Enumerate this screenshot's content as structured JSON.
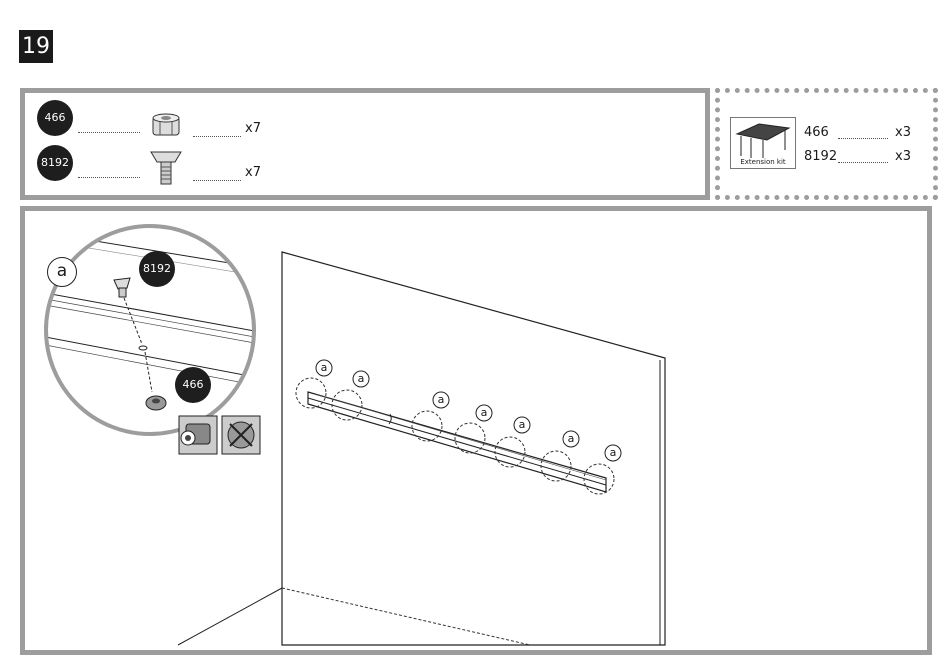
{
  "step": "19",
  "parts": [
    {
      "id": "466",
      "qty": "x7",
      "icon": "nut-icon"
    },
    {
      "id": "8192",
      "qty": "x7",
      "icon": "bolt-icon"
    }
  ],
  "extension_kit": {
    "caption": "Extension kit",
    "items": [
      {
        "id": "466",
        "qty": "x3"
      },
      {
        "id": "8192",
        "qty": "x3"
      }
    ]
  },
  "detail": {
    "label": "a",
    "badge_bolt": "8192",
    "badge_nut": "466"
  },
  "callout_label": "a"
}
